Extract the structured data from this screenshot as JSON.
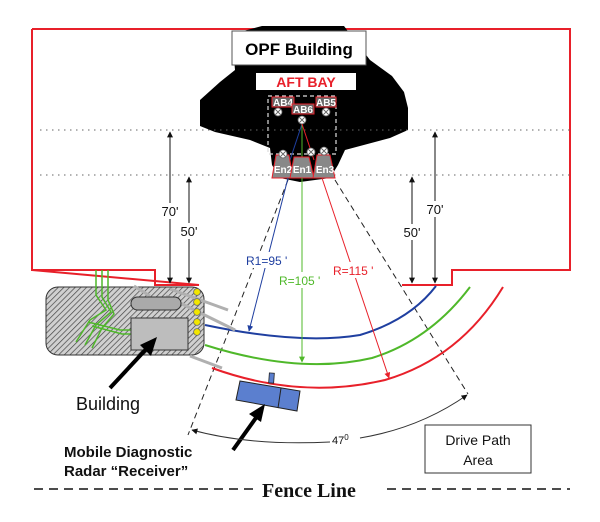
{
  "title_box": {
    "label": "OPF Building"
  },
  "aft_bay": {
    "label": "AFT BAY"
  },
  "antennas": {
    "ab4": "AB4",
    "ab5": "AB5",
    "ab6": "AB6",
    "en1": "En1",
    "en2": "En2",
    "en3": "En3"
  },
  "dimensions": {
    "left_70": "70'",
    "left_50": "50'",
    "right_70": "70'",
    "right_50": "50'"
  },
  "radii": {
    "r1": "R1=95 '",
    "r2": "R=105 '",
    "r3": "R=115 '"
  },
  "angle": {
    "label": "47°",
    "base": "47",
    "deg": "0"
  },
  "labels": {
    "building": "Building",
    "receiver_line1": "Mobile Diagnostic",
    "receiver_line2": "Radar “Receiver”",
    "drive_path_line1": "Drive Path",
    "drive_path_line2": "Area",
    "fence_line": "Fence Line"
  },
  "colors": {
    "boundary": "#e8202a",
    "r1": "#1f3fa0",
    "r2": "#4fb82a",
    "r3": "#e8202a",
    "receiver": "#5b7fcf",
    "building_fill": "#bdbdbd",
    "pad_lights": "#f2e600"
  }
}
